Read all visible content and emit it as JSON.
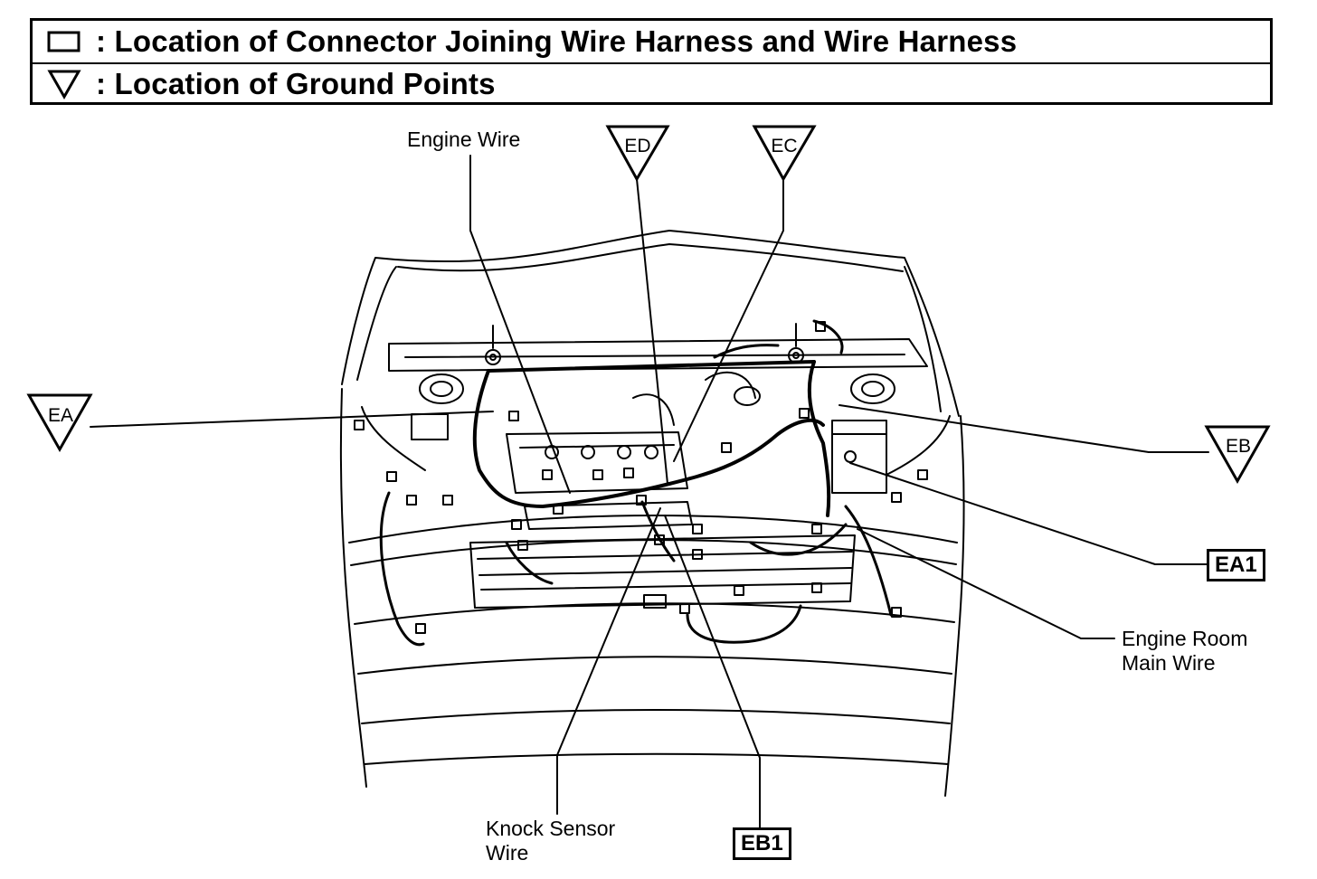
{
  "legend": {
    "connector_text": ": Location of Connector Joining Wire Harness and Wire Harness",
    "ground_text": ": Location of Ground Points"
  },
  "grounds": {
    "ea": "EA",
    "eb": "EB",
    "ec": "EC",
    "ed": "ED"
  },
  "connectors": {
    "ea1": "EA1",
    "eb1": "EB1"
  },
  "labels": {
    "engine_wire": "Engine Wire",
    "knock_sensor_line1": "Knock Sensor",
    "knock_sensor_line2": "Wire",
    "engine_room_line1": "Engine Room",
    "engine_room_line2": "Main Wire"
  }
}
